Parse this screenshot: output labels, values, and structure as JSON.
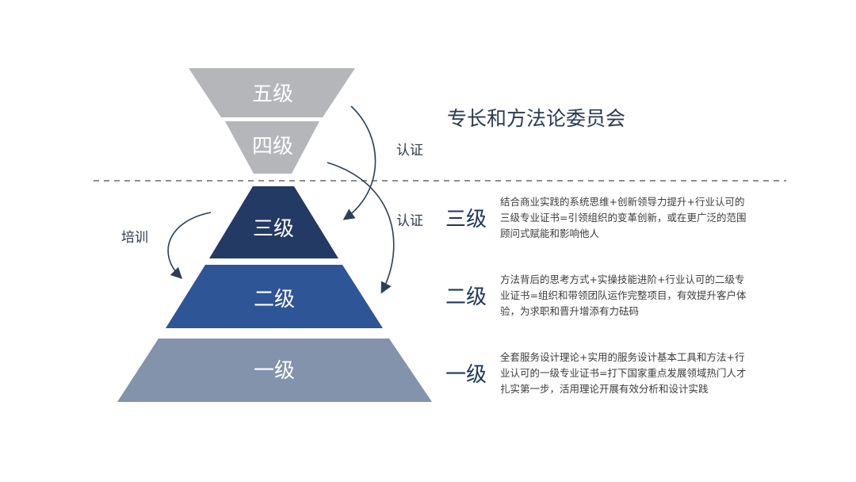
{
  "title": "专长和方法论委员会",
  "colors": {
    "tier5": "#b4b6b9",
    "tier4": "#b4b6b9",
    "tier3": "#223a64",
    "tier2": "#2e5596",
    "tier1": "#8293ab",
    "arrow": "#2d3e58",
    "divider": "#8a8f96"
  },
  "tiers": [
    {
      "label": "五级"
    },
    {
      "label": "四级"
    },
    {
      "label": "三级"
    },
    {
      "label": "二级"
    },
    {
      "label": "一级"
    }
  ],
  "arrows": {
    "cert_upper": "认证",
    "cert_lower": "认证",
    "training": "培训"
  },
  "levels": [
    {
      "title": "三级",
      "lines": [
        "结合商业实践的系统思维+创新领导力提升+行业认可的",
        "三级专业证书=引领组织的变革创新，或在更广泛的范围",
        "顾问式赋能和影响他人"
      ]
    },
    {
      "title": "二级",
      "lines": [
        "方法背后的思考方式+实操技能进阶+行业认可的二级专",
        "业证书=组织和带领团队运作完整项目，有效提升客户体",
        "验，为求职和晋升增添有力砝码"
      ]
    },
    {
      "title": "一级",
      "lines": [
        "全套服务设计理论+实用的服务设计基本工具和方法+行",
        "业认可的一级专业证书=打下国家重点发展领域热门人才",
        "扎实第一步，活用理论开展有效分析和设计实践"
      ]
    }
  ]
}
